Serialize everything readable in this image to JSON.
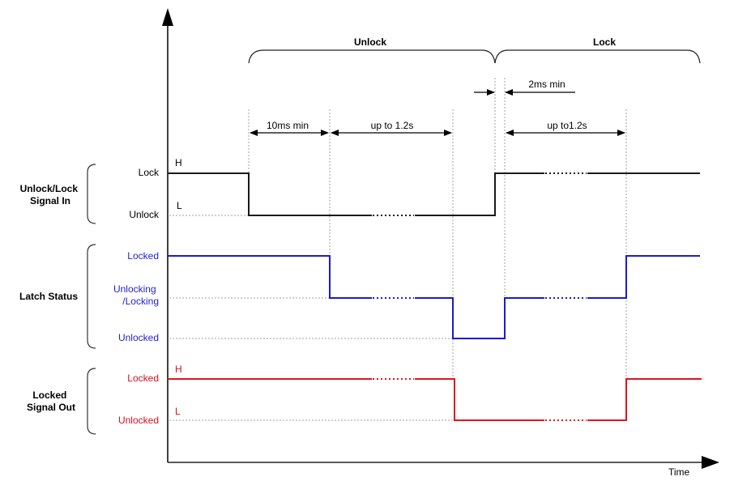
{
  "colors": {
    "axis": "#000000",
    "guide": "#9a9a9a",
    "signal_in": "#1a1a1a",
    "latch": "#1a1ad6",
    "signal_out": "#e0141e",
    "text": "#000000",
    "latch_text": "#1f1fcf",
    "out_text": "#d6101e"
  },
  "axes": {
    "x_label": "Time"
  },
  "phases": [
    {
      "label": "Unlock"
    },
    {
      "label": "Lock"
    }
  ],
  "timing_annotations": [
    {
      "label": "10ms min"
    },
    {
      "label": "up to 1.2s"
    },
    {
      "label": "2ms min"
    },
    {
      "label": "up to1.2s"
    }
  ],
  "groups": [
    {
      "name": "Unlock/Lock Signal In",
      "lines": [
        "Unlock/Lock",
        "Signal In"
      ],
      "levels": [
        {
          "label": "Lock",
          "marker": "H"
        },
        {
          "label": "Unlock",
          "marker": "L"
        }
      ]
    },
    {
      "name": "Latch Status",
      "lines": [
        "Latch Status"
      ],
      "levels": [
        {
          "label": "Locked"
        },
        {
          "label_lines": [
            "Unlocking",
            "/Locking"
          ]
        },
        {
          "label": "Unlocked"
        }
      ]
    },
    {
      "name": "Locked Signal Out",
      "lines": [
        "Locked",
        "Signal Out"
      ],
      "levels": [
        {
          "label": "Locked",
          "marker": "H"
        },
        {
          "label": "Unlocked",
          "marker": "L"
        }
      ]
    }
  ]
}
